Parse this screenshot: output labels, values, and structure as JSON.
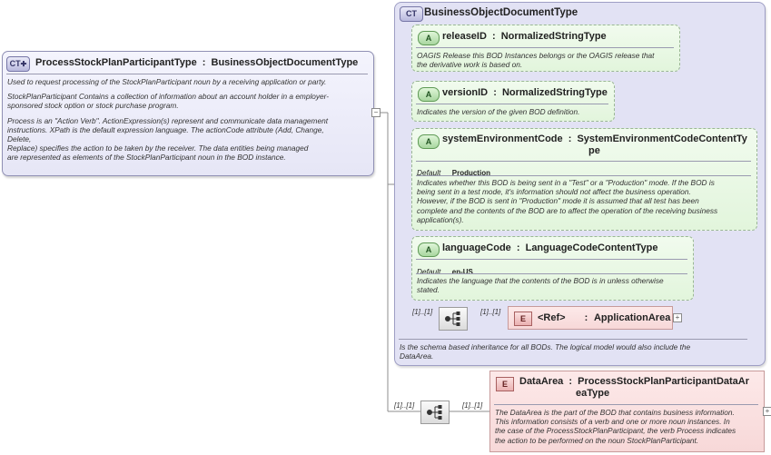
{
  "main": {
    "badge": "CT",
    "name": "ProcessStockPlanParticipantType",
    "separator": ":",
    "type": "BusinessObjectDocumentType",
    "desc_lines": [
      "Used to request processing of the StockPlanParticipant noun by a receiving application or party.",
      "",
      "StockPlanParticipant  Contains a collection of information about an account holder in a employer-",
      "sponsored stock option or stock purchase program.",
      "",
      "Process is an \"Action Verb\". ActionExpression(s) represent and communicate data management",
      "instructions. XPath is the default expression language. The actionCode attribute (Add, Change,",
      "Delete,",
      "Replace) specifies the action to be taken by the receiver. The data entities being managed",
      "are represented as elements of the StockPlanParticipant noun in the BOD instance."
    ]
  },
  "base": {
    "badge": "CT",
    "name": "BusinessObjectDocumentType",
    "desc_lines": [
      "Is the schema based inheritance for all BODs. The logical model would also include the",
      "DataArea."
    ]
  },
  "attributes": [
    {
      "badge": "A",
      "name": "releaseID",
      "separator": ":",
      "type": "NormalizedStringType",
      "default_label": "",
      "default_value": "",
      "desc_lines": [
        "OAGIS Release this BOD Instances belongs or the OAGIS release that",
        "the derivative work is based on."
      ]
    },
    {
      "badge": "A",
      "name": "versionID",
      "separator": ":",
      "type": "NormalizedStringType",
      "default_label": "",
      "default_value": "",
      "desc_lines": [
        "Indicates the version of the given BOD definition."
      ]
    },
    {
      "badge": "A",
      "name": "systemEnvironmentCode",
      "separator": ":",
      "type": "SystemEnvironmentCodeContentTy",
      "type_line2": "pe",
      "default_label": "Default",
      "default_value": "Production",
      "desc_lines": [
        "Indicates whether this BOD is being sent in a \"Test\" or a \"Production\" mode. If the BOD is",
        "being sent in a test mode, it's information should not affect the business operation.",
        "However, if the BOD is sent in \"Production\" mode it is assumed that all test has been",
        "complete and the contents of the BOD are to affect the operation of the receiving business",
        "application(s)."
      ]
    },
    {
      "badge": "A",
      "name": "languageCode",
      "separator": ":",
      "type": "LanguageCodeContentType",
      "default_label": "Default",
      "default_value": "en-US",
      "desc_lines": [
        "Indicates the language that the contents of the BOD is in unless otherwise",
        "stated."
      ]
    }
  ],
  "application_area": {
    "seq_cardinality": "[1]..[1]",
    "elem_cardinality": "[1]..[1]",
    "badge": "E",
    "ref": "<Ref>",
    "separator": ":",
    "name": "ApplicationArea",
    "expand": "+"
  },
  "data_area": {
    "seq_cardinality": "[1]..[1]",
    "elem_cardinality": "[1]..[1]",
    "badge": "E",
    "name": "DataArea",
    "separator": ":",
    "type_line1": "ProcessStockPlanParticipantDataAr",
    "type_line2": "eaType",
    "expand": "+",
    "desc_lines": [
      "The DataArea is the part of the BOD that contains business information.",
      "This information consists of a verb and one or more noun instances. In",
      "the case of the ProcessStockPlanParticipant, the verb Process indicates",
      "the action to be performed on the noun StockPlanParticipant."
    ]
  },
  "collapse_toggle": "−",
  "colors": {
    "complex_type_fill": "#e6e6f6",
    "attribute_fill": "#e2f5dc",
    "element_fill": "#f7d8d8",
    "connector": "#8c8c8c"
  }
}
